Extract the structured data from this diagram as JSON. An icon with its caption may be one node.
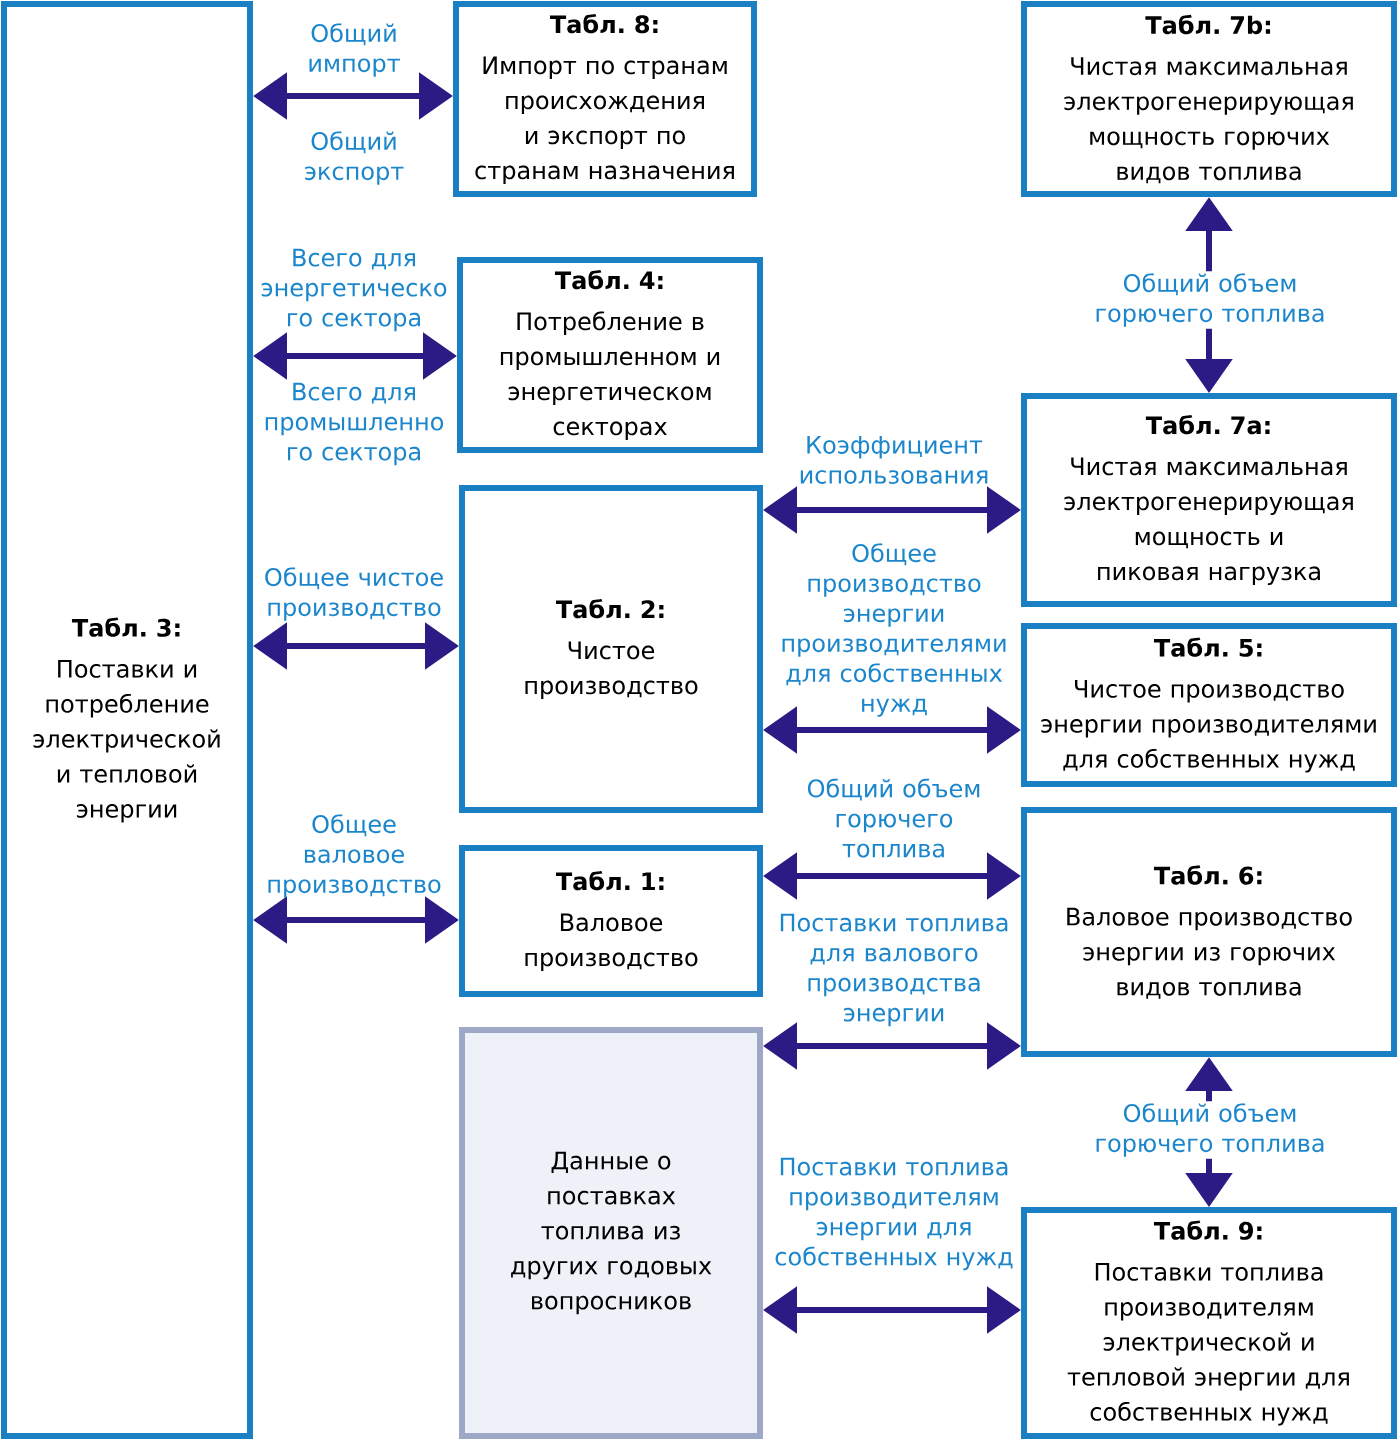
{
  "diagram": {
    "nodes": [
      {
        "text": [
          "Табл. 3:",
          "Поставки и потребление электрической и тепловой энергии"
        ]
      },
      {
        "text": [
          "Табл. 8:",
          "Импорт по странам происхождения и экспорт по странам назначения"
        ]
      },
      {
        "text": [
          "Табл. 4:",
          "Потребление в промышленном и энергетическом секторах"
        ]
      },
      {
        "text": [
          "Табл. 2:",
          "Чистое производство"
        ]
      },
      {
        "text": [
          "Табл. 1:",
          "Валовое производство"
        ]
      },
      {
        "text": [
          "Данные о поставках топлива из других годовых вопросников"
        ]
      },
      {
        "text": [
          "Табл. 7b:",
          "Чистая максимальная электрогенерирующая мощность горючих видов топлива"
        ]
      },
      {
        "text": [
          "Табл. 7a:",
          "Чистая максимальная электрогенерирующая мощность и пиковая нагрузка"
        ]
      },
      {
        "text": [
          "Табл. 5:",
          "Чистое производство энергии производителями для собственных нужд"
        ]
      },
      {
        "text": [
          "Табл. 6:",
          "Валовое производство энергии из горючих видов топлива"
        ]
      },
      {
        "text": [
          "Табл. 9:",
          "Поставки топлива производителям электрической и тепловой энергии для собственных нужд"
        ]
      }
    ],
    "edges": [
      {
        "from": 0,
        "to": 1,
        "arrow": "both",
        "label": "Общий импорт"
      },
      {
        "from": 0,
        "to": 2,
        "arrow": "both",
        "label": "Всего для энергетическо го сектора"
      },
      {
        "from": 0,
        "to": 3,
        "arrow": "both",
        "label": "Общее чистое производство"
      },
      {
        "from": 0,
        "to": 4,
        "arrow": "both",
        "label": "Общее валовое производство"
      },
      {
        "from": 3,
        "to": 7,
        "arrow": "both",
        "label": "Коэффициент использования"
      },
      {
        "from": 3,
        "to": 8,
        "arrow": "both",
        "label": "Общее производство энергии производителями для собственных нужд"
      },
      {
        "from": 4,
        "to": 9,
        "arrow": "both",
        "label": "Общий объем горючего топлива"
      },
      {
        "from": 5,
        "to": 9,
        "arrow": "both",
        "label": "Поставки топлива для валового производства энергии"
      },
      {
        "from": 5,
        "to": 10,
        "arrow": "both",
        "label": "Поставки топлива производителям энергии для собственных нужд"
      },
      {
        "from": 6,
        "to": 7,
        "arrow": "both",
        "label": "Общий объем горючего топлива"
      },
      {
        "from": 9,
        "to": 10,
        "arrow": "both",
        "label": "Общий объем горючего топлива"
      }
    ],
    "labels": [
      "Общий экспорт",
      "Всего для промышленно го сектора"
    ]
  }
}
